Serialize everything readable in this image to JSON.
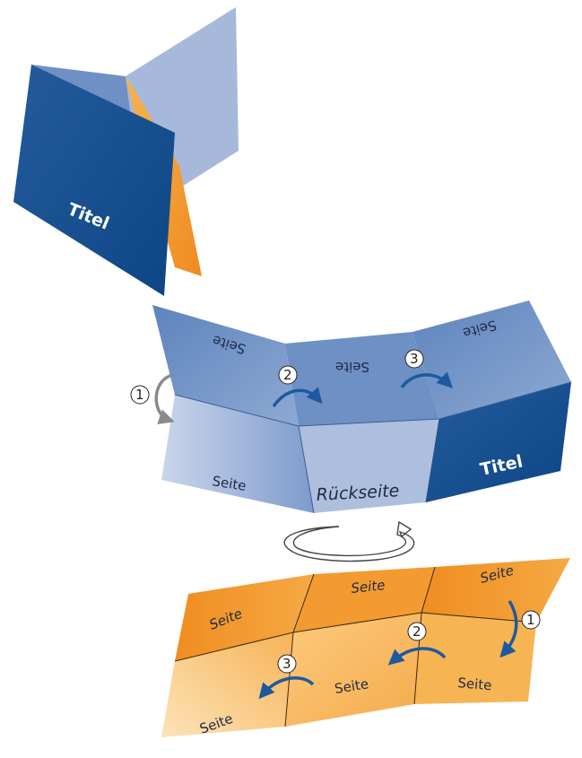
{
  "top": {
    "title": "Titel"
  },
  "middle": {
    "back_panels": [
      "Seite",
      "Seite",
      "Seite"
    ],
    "front_panels": [
      "Seite",
      "Rückseite",
      "Titel"
    ],
    "steps": [
      "1",
      "2",
      "3"
    ]
  },
  "bottom": {
    "back_panels": [
      "Seite",
      "Seite",
      "Seite"
    ],
    "front_panels": [
      "Seite",
      "Seite",
      "Seite"
    ],
    "steps": [
      "1",
      "2",
      "3"
    ]
  },
  "colors": {
    "dark_blue": "#0f4c8f",
    "mid_blue": "#6b8fc3",
    "light_blue": "#a6b9da",
    "orange": "#f29a2e",
    "light_orange": "#fbcf8a",
    "arrow_blue": "#1c5aa0",
    "arrow_grey": "#8a8a8a"
  }
}
